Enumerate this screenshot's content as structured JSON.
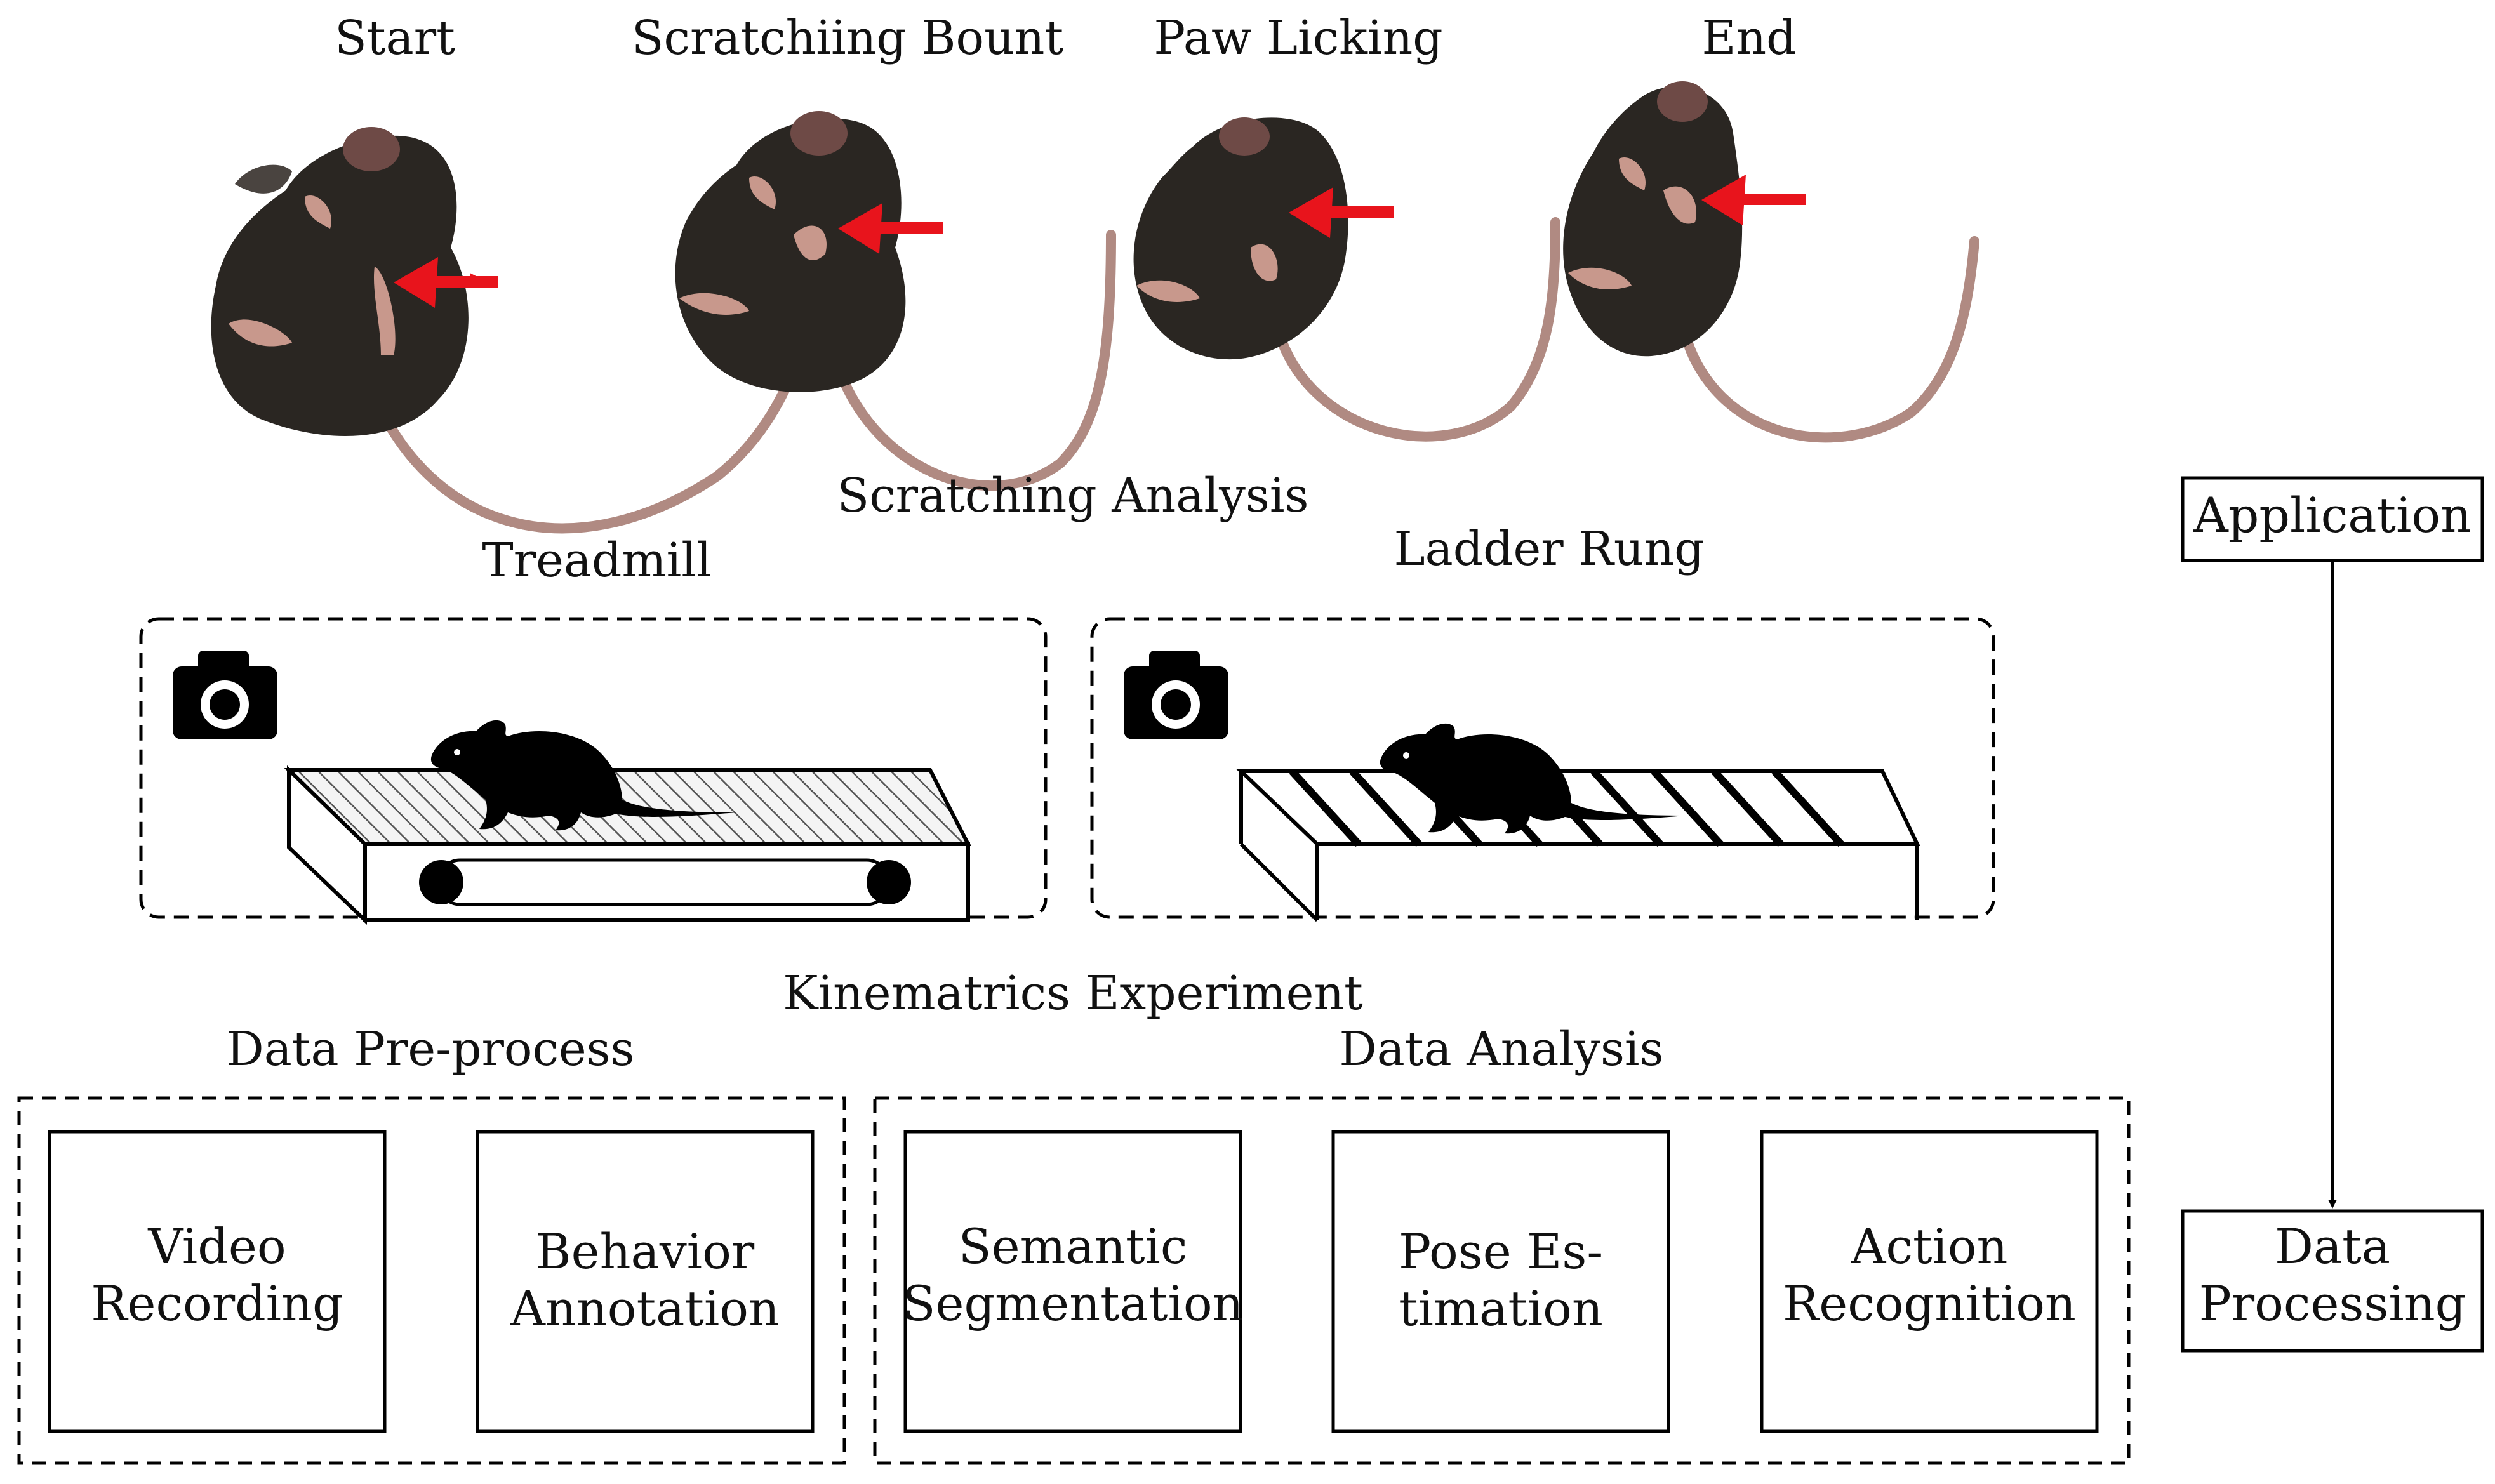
{
  "scratching": {
    "frames": [
      {
        "label": "Start"
      },
      {
        "label": "Scratchiing Bount"
      },
      {
        "label": "Paw Licking"
      },
      {
        "label": "End"
      }
    ],
    "section_label": "Scratching Analysis"
  },
  "kinematics": {
    "treadmill_label": "Treadmill",
    "ladder_label": "Ladder Rung",
    "section_label": "Kinematrics Experiment"
  },
  "preprocess": {
    "title": "Data Pre-process",
    "boxes": [
      {
        "lines": [
          "Video",
          "Recording"
        ]
      },
      {
        "lines": [
          "Behavior",
          "Annotation"
        ]
      }
    ]
  },
  "analysis": {
    "title": "Data Analysis",
    "boxes": [
      {
        "lines": [
          "Semantic",
          "Segmentation"
        ]
      },
      {
        "lines": [
          "Pose Es-",
          "timation"
        ]
      },
      {
        "lines": [
          "Action",
          "Recognition"
        ]
      }
    ]
  },
  "flow": {
    "top_label": "Application",
    "bottom_lines": [
      "Data",
      "Processing"
    ]
  },
  "colors": {
    "mouse_body": "#2a2622",
    "mouse_pink": "#c8988c",
    "arrow_red": "#e8141c",
    "ink": "#000000"
  }
}
